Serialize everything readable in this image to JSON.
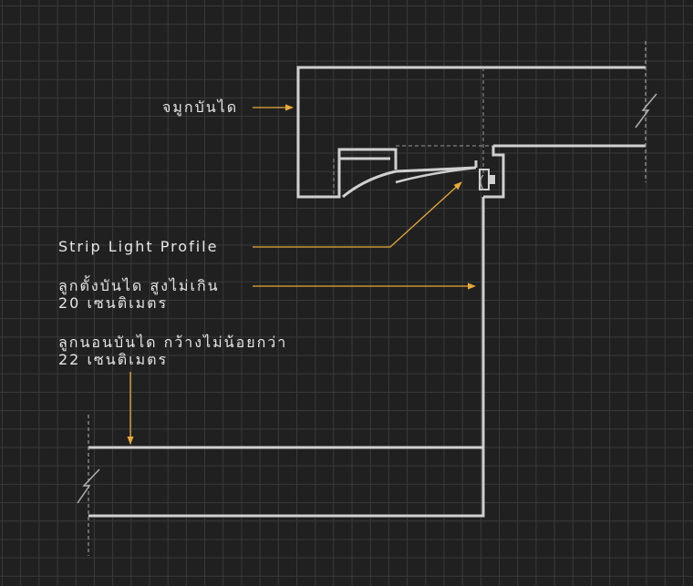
{
  "labels": {
    "stair_nosing": "จมูกบันได",
    "strip_light_profile": "Strip Light Profile",
    "riser_line1": "ลูกตั้งบันได สูงไม่เกิน",
    "riser_line2": "20 เซนติเมตร",
    "tread_line1": "ลูกนอนบันได กว้างไม่น้อยกว่า",
    "tread_line2": "22 เซนติเมตร"
  },
  "colors": {
    "background": "#202020",
    "grid": "#3a3a3a",
    "outline": "#d0d0d0",
    "dashed": "#9a9a9a",
    "leader_arrow": "#e8a93a",
    "text": "#e6e6e6"
  }
}
